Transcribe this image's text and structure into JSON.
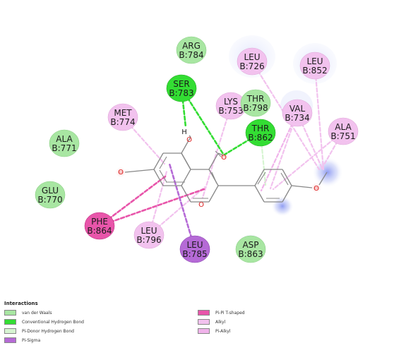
{
  "colors": {
    "vdw": "#a8e6a2",
    "hbond": "#33dd33",
    "pidonor": "#d6f5d1",
    "pisigma": "#b56ad6",
    "pipi_t": "#e855aa",
    "alkyl": "#f2c2ee",
    "pialkyl": "#f0b3ea",
    "bond": "#888888",
    "oxygen": "#dd2222"
  },
  "residues": [
    {
      "id": "arg784",
      "line1": "ARG",
      "line2": "B:784",
      "type": "vdw"
    },
    {
      "id": "leu726",
      "line1": "LEU",
      "line2": "B:726",
      "type": "alkyl"
    },
    {
      "id": "leu852",
      "line1": "LEU",
      "line2": "B:852",
      "type": "alkyl"
    },
    {
      "id": "ser783",
      "line1": "SER",
      "line2": "B:783",
      "type": "hbond"
    },
    {
      "id": "lys753",
      "line1": "LYS",
      "line2": "B:753",
      "type": "alkyl"
    },
    {
      "id": "thr798",
      "line1": "THR",
      "line2": "B:798",
      "type": "vdw"
    },
    {
      "id": "val734",
      "line1": "VAL",
      "line2": "B:734",
      "type": "alkyl"
    },
    {
      "id": "met774",
      "line1": "MET",
      "line2": "B:774",
      "type": "alkyl"
    },
    {
      "id": "thr862",
      "line1": "THR",
      "line2": "B:862",
      "type": "hbond"
    },
    {
      "id": "ala751",
      "line1": "ALA",
      "line2": "B:751",
      "type": "alkyl"
    },
    {
      "id": "ala771",
      "line1": "ALA",
      "line2": "B:771",
      "type": "vdw"
    },
    {
      "id": "glu770",
      "line1": "GLU",
      "line2": "B:770",
      "type": "vdw"
    },
    {
      "id": "phe864",
      "line1": "PHE",
      "line2": "B:864",
      "type": "pipi_t"
    },
    {
      "id": "leu796",
      "line1": "LEU",
      "line2": "B:796",
      "type": "alkyl"
    },
    {
      "id": "leu785",
      "line1": "LEU",
      "line2": "B:785",
      "type": "pisigma"
    },
    {
      "id": "asp863",
      "line1": "ASP",
      "line2": "B:863",
      "type": "vdw"
    }
  ],
  "atoms": {
    "hydroxyl_h": "H",
    "oxygen": "O"
  },
  "legend": {
    "title": "Interactions",
    "items": [
      {
        "key": "vdw",
        "label": "van der Waals"
      },
      {
        "key": "hbond",
        "label": "Conventional Hydrogen Bond"
      },
      {
        "key": "pidonor",
        "label": "Pi-Donor Hydrogen Bond"
      },
      {
        "key": "pisigma",
        "label": "Pi-Sigma"
      },
      {
        "key": "pipi_t",
        "label": "Pi-Pi T-shaped"
      },
      {
        "key": "alkyl",
        "label": "Alkyl"
      },
      {
        "key": "pialkyl",
        "label": "Pi-Alkyl"
      }
    ]
  }
}
